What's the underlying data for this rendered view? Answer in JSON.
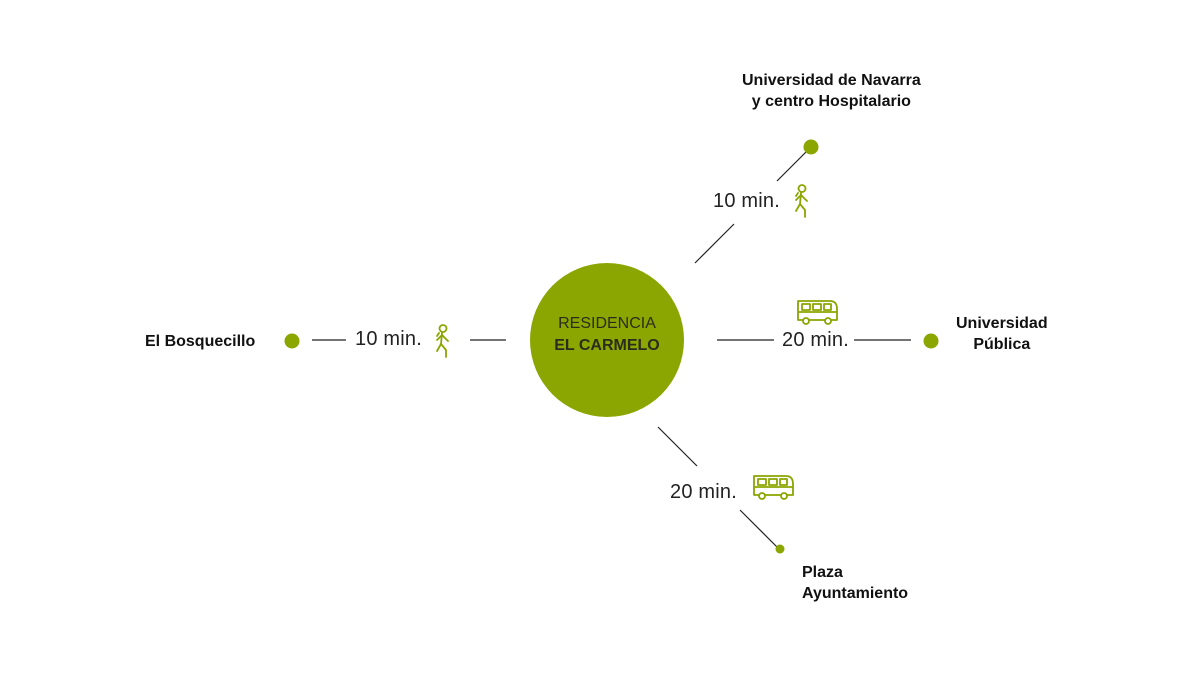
{
  "colors": {
    "accent": "#8ba600",
    "line": "#222222"
  },
  "hub": {
    "line1": "RESIDENCIA",
    "line2": "EL CARMELO"
  },
  "destinations": {
    "universidad_navarra": {
      "line1": "Universidad de Navarra",
      "line2": "y centro Hospitalario",
      "time": "10 min.",
      "mode_icon": "walking-person-icon"
    },
    "bosquecillo": {
      "line1": "El Bosquecillo",
      "time": "10 min.",
      "mode_icon": "walking-person-icon"
    },
    "universidad_publica": {
      "line1": "Universidad",
      "line2": "Pública",
      "time": "20 min.",
      "mode_icon": "bus-icon"
    },
    "plaza": {
      "line1": "Plaza",
      "line2": "Ayuntamiento",
      "time": "20 min.",
      "mode_icon": "bus-icon"
    }
  }
}
